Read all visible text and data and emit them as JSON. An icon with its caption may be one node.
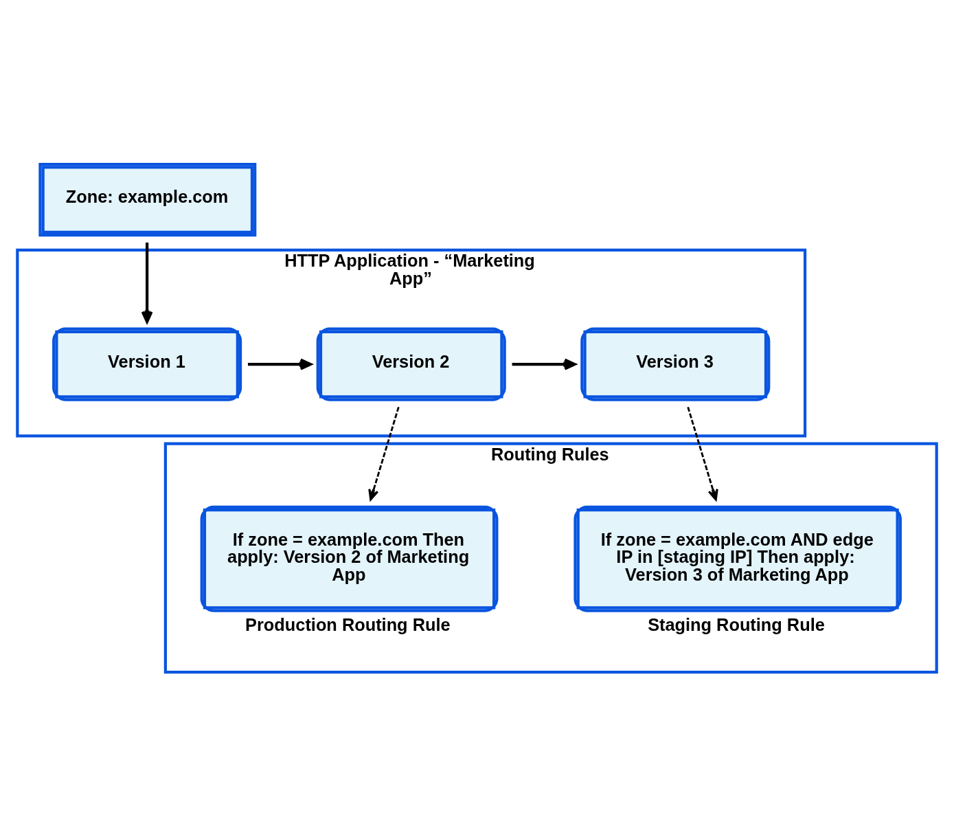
{
  "diagram": {
    "nodes": [
      {
        "text": [
          "Zone: example.com"
        ]
      },
      {
        "text": [
          "HTTP Application - “Marketing App”"
        ]
      },
      {
        "text": [
          "Version 1"
        ],
        "in": 1
      },
      {
        "text": [
          "Version 2"
        ],
        "in": 1
      },
      {
        "text": [
          "Version 3"
        ],
        "in": 1
      },
      {
        "text": [
          "Routing Rules"
        ]
      },
      {
        "text": [
          "If zone = example.com Then apply: Version 2 of Marketing App"
        ],
        "in": 5,
        "beside": [
          "Production Routing Rule"
        ]
      },
      {
        "text": [
          "If zone = example.com AND edge IP in [staging IP] Then apply: Version 3 of Marketing App"
        ],
        "in": 5,
        "beside": [
          "Staging Routing Rule"
        ]
      }
    ],
    "edges": [
      {
        "from": 0,
        "to": 2,
        "arrow": "to"
      },
      {
        "from": 2,
        "to": 3,
        "arrow": "to"
      },
      {
        "from": 3,
        "to": 4,
        "arrow": "to"
      },
      {
        "from": 3,
        "to": 6,
        "arrow": "to",
        "style": "dashed"
      },
      {
        "from": 4,
        "to": 7,
        "arrow": "to",
        "style": "dashed"
      }
    ]
  }
}
